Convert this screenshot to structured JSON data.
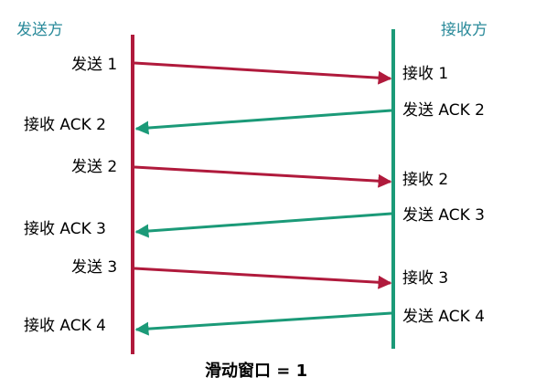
{
  "colors": {
    "sender_accent": "#2a8a9a",
    "sender_line": "#b01a3c",
    "receiver_line": "#1b9a78",
    "data_arrow": "#b01a3c",
    "ack_arrow": "#1b9a78",
    "role_text": "#2a8a9a"
  },
  "sender": {
    "title": "发送方"
  },
  "receiver": {
    "title": "接收方"
  },
  "exchanges": [
    {
      "send_label": "发送 1",
      "recv_label": "接收 1",
      "ack_send_label": "发送 ACK 2",
      "ack_recv_label": "接收 ACK 2"
    },
    {
      "send_label": "发送 2",
      "recv_label": "接收 2",
      "ack_send_label": "发送 ACK 3",
      "ack_recv_label": "接收 ACK 3"
    },
    {
      "send_label": "发送 3",
      "recv_label": "接收 3",
      "ack_send_label": "发送 ACK 4",
      "ack_recv_label": "接收 ACK 4"
    }
  ],
  "caption": "滑动窗口 = 1"
}
